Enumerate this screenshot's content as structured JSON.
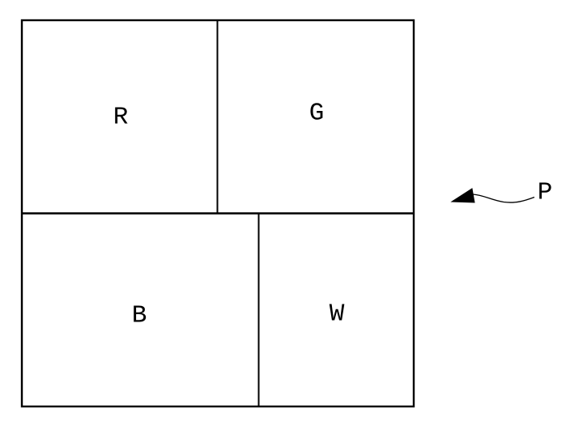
{
  "figure": {
    "background_color": "#ffffff",
    "line_color": "#000000",
    "regions": [
      {
        "label": "R"
      },
      {
        "label": "G"
      },
      {
        "label": "B"
      },
      {
        "label": "W"
      }
    ],
    "callout": {
      "label": "P"
    }
  }
}
